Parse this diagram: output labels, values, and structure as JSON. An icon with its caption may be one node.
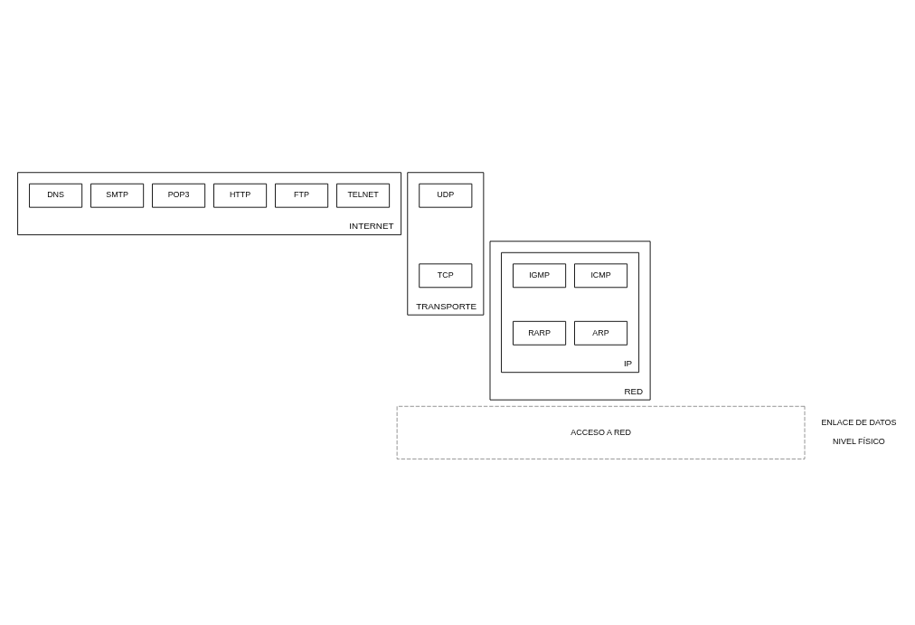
{
  "diagram": {
    "nodes": [
      {
        "text": [
          "INTERNET"
        ]
      },
      {
        "text": [
          "TELNET"
        ],
        "in": 0
      },
      {
        "text": [
          "FTP"
        ],
        "in": 0
      },
      {
        "text": [
          "HTTP"
        ],
        "in": 0
      },
      {
        "text": [
          "POP3"
        ],
        "in": 0
      },
      {
        "text": [
          "SMTP"
        ],
        "in": 0
      },
      {
        "text": [
          "DNS"
        ],
        "in": 0
      },
      {
        "text": [
          "TRANSPORTE"
        ]
      },
      {
        "text": [
          "TCP"
        ],
        "in": 7
      },
      {
        "text": [
          "UDP"
        ],
        "in": 7
      },
      {
        "text": [
          "RED"
        ]
      },
      {
        "text": [
          "IP"
        ],
        "in": 10
      },
      {
        "text": [
          "ICMP"
        ],
        "in": 11
      },
      {
        "text": [
          "IGMP"
        ],
        "in": 11
      },
      {
        "text": [
          "ARP"
        ],
        "in": 11
      },
      {
        "text": [
          "RARP"
        ],
        "in": 11
      },
      {
        "text": [
          "ACCESO A RED"
        ],
        "beside": [
          "ENLACE DE DATOS",
          "NIVEL FÍSICO"
        ]
      }
    ]
  }
}
